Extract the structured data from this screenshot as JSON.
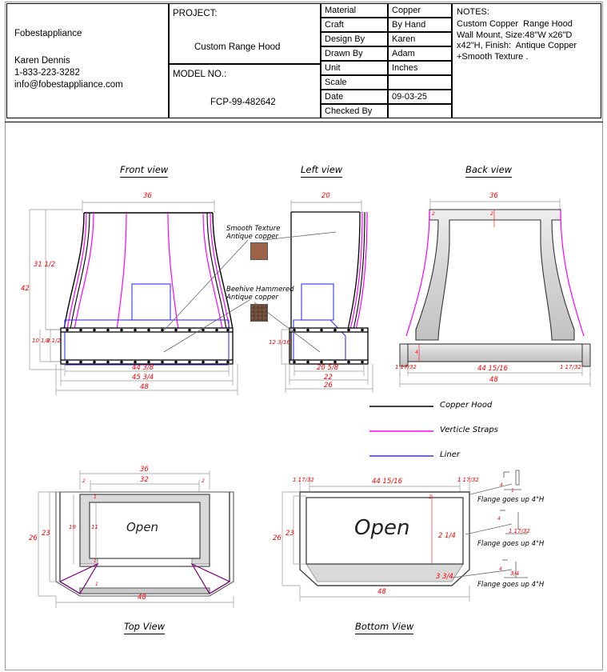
{
  "title_block": {
    "company": "Fobestappliance",
    "contact_name": "Karen Dennis",
    "phone": "1-833-223-3282",
    "email": "info@fobestappliance.com",
    "project_label": "PROJECT:",
    "project_value": "Custom Range Hood",
    "model_label": "MODEL NO.:",
    "model_value": "FCP-99-482642",
    "spec_rows": [
      {
        "label": "Material",
        "value": "Copper"
      },
      {
        "label": "Craft",
        "value": "By Hand"
      },
      {
        "label": "Design By",
        "value": "Karen"
      },
      {
        "label": "Drawn By",
        "value": "Adam"
      },
      {
        "label": "Unit",
        "value": "Inches"
      },
      {
        "label": "Scale",
        "value": ""
      },
      {
        "label": "Date",
        "value": "09-03-25"
      },
      {
        "label": "Checked By",
        "value": ""
      }
    ],
    "notes_heading": "NOTES:",
    "notes_body": "Custom Copper  Range Hood\nWall Mount, Size:48\"W x26\"D\nx42\"H, Finish:  Antique Copper\n+Smooth Texture ."
  },
  "views": {
    "front": "Front view",
    "left": "Left view",
    "back": "Back view",
    "top": "Top View",
    "bottom": "Bottom View"
  },
  "annotations": {
    "smooth": "Smooth Texture\nAntique copper",
    "beehive": "Beehive Hammered\nAntique copper",
    "open": "Open",
    "flange": "Flange goes up 4\"H"
  },
  "legend": [
    {
      "label": "Copper Hood",
      "color": "#000000"
    },
    {
      "label": "Verticle Straps",
      "color": "#ff00ff"
    },
    {
      "label": "Liner",
      "color": "#3333ff"
    }
  ],
  "colors": {
    "dimension": "#ff0000",
    "copper_hood": "#000000",
    "straps": "#ff00ff",
    "liner": "#3333ff",
    "metal_fill": "#d9d9d9",
    "swatch_smooth": "#9c6348",
    "swatch_beehive": "#6b4a38",
    "corner_accent": "#800080"
  },
  "dimensions": {
    "front": {
      "top_width": "36",
      "overall_height": "42",
      "upper_height": "31 1/2",
      "band_a": "10 1/2",
      "band_b": "8 1/2",
      "w1": "44 3/8",
      "w2": "45 3/4",
      "w3": "48"
    },
    "left": {
      "top_depth": "20",
      "band_height": "12 3/16",
      "d1": "20 5/8",
      "d2": "22",
      "d3": "26"
    },
    "back": {
      "top_width": "36",
      "strap_left": "2",
      "strap_right": "2",
      "base_height": "4",
      "side_left": "1 17/32",
      "side_right": "1 17/32",
      "inner_width": "44 15/16",
      "overall_width": "48"
    },
    "top": {
      "outer_width": "36",
      "inner_width": "32",
      "offset_left": "2",
      "offset_right": "2",
      "depth_26": "26",
      "depth_23": "23",
      "depth_19": "19",
      "depth_11": "11",
      "corner_1a": "1",
      "corner_1b": "1",
      "corner_1c": "1",
      "overall_width": "48"
    },
    "bottom": {
      "side_left": "1 17/32",
      "side_right": "1 17/32",
      "inner_width": "44 15/16",
      "depth_26": "26",
      "depth_23": "23",
      "offset_1": "1",
      "dim_2_25": "2 1/4",
      "dim_3_75": "3 3/4",
      "overall_width": "48",
      "flange_h1": "4",
      "flange_h2": "4",
      "flange_h3": "4",
      "detail_1": "1",
      "detail_2": "1 17/32",
      "detail_3": "3/4"
    }
  }
}
